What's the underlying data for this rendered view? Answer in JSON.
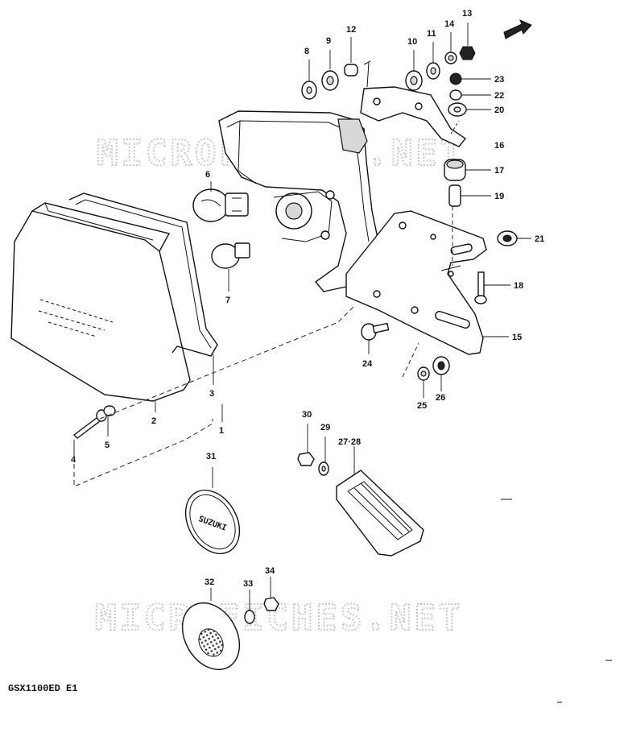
{
  "watermarks": [
    "MICROFICHES.NET",
    "MICROFICHES.NET"
  ],
  "model_code": "GSX1100ED E1",
  "parts": {
    "p1": "1",
    "p2": "2",
    "p3": "3",
    "p4": "4",
    "p5": "5",
    "p6": "6",
    "p7": "7",
    "p8": "8",
    "p9": "9",
    "p10": "10",
    "p11": "11",
    "p12": "12",
    "p13": "13",
    "p14": "14",
    "p15": "15",
    "p16": "16",
    "p17": "17",
    "p18": "18",
    "p19": "19",
    "p20": "20",
    "p21": "21",
    "p22": "22",
    "p23": "23",
    "p24": "24",
    "p25": "25",
    "p26": "26",
    "p27_28": "27·28",
    "p29": "29",
    "p30": "30",
    "p31": "31",
    "p32": "32",
    "p33": "33",
    "p34": "34"
  },
  "emblem_text": "SUZUKI"
}
